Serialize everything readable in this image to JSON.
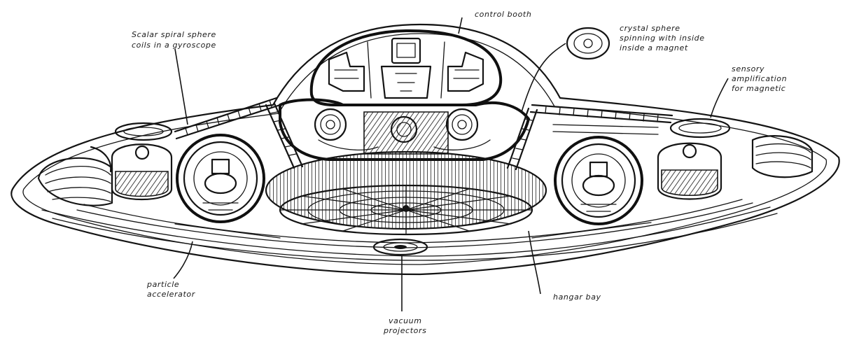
{
  "diagram": {
    "labels": {
      "control_booth": "control booth",
      "scalar_spiral": [
        "Scalar spiral sphere",
        "coils in a gyroscope"
      ],
      "crystal_sphere": [
        "crystal sphere",
        "spinning with inside",
        "inside a magnet"
      ],
      "sensory_amplification": [
        "sensory",
        "amplification",
        "for magnetic"
      ],
      "particle_accelerator": [
        "particle",
        "accelerator"
      ],
      "hangar_bay": "hangar bay",
      "vacuum_projectors": [
        "vacuum",
        "projectors"
      ]
    },
    "colors": {
      "ink": "#141414",
      "paper": "#ffffff"
    }
  }
}
